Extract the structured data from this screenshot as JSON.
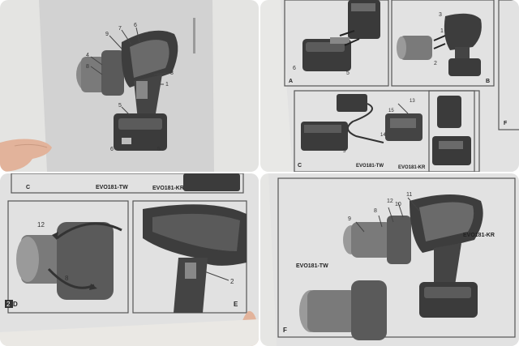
{
  "panels": {
    "top_left": {
      "callouts": [
        "9",
        "7",
        "6",
        "4",
        "8",
        "3",
        "1",
        "5",
        "6",
        "5"
      ]
    },
    "top_right": {
      "panel_A": {
        "letter": "A",
        "callouts": [
          "6",
          "5"
        ]
      },
      "panel_B": {
        "letter": "B",
        "callouts": [
          "3",
          "1",
          "2"
        ]
      },
      "panel_C": {
        "letter": "C",
        "callouts": [
          "13",
          "15",
          "14",
          "5"
        ],
        "model_tw": "EVO181-TW",
        "model_kr": "EVO181-KR"
      },
      "panel_F": {
        "letter": "F"
      }
    },
    "bottom_left": {
      "strip": {
        "letter": "C",
        "model_tw": "EVO181-TW",
        "model_kr": "EVO181-KR"
      },
      "panel_D": {
        "letter": "D",
        "callouts": [
          "12",
          "8"
        ]
      },
      "panel_E": {
        "letter": "E",
        "callouts": [
          "2"
        ]
      },
      "page_number": "2"
    },
    "bottom_right": {
      "panel_F": {
        "letter": "F",
        "callouts": [
          "11",
          "12",
          "10",
          "8",
          "9"
        ],
        "model_kr": "EVO181-KR",
        "model_tw": "EVO181-TW"
      }
    }
  },
  "colors": {
    "paper": "#e6e6e6",
    "wall": "#dcdcd8",
    "tool_dark": "#3a3a3a",
    "tool_mid": "#6e6e6e",
    "tool_light": "#a8a8a8",
    "skin": "#e8b9a0"
  }
}
